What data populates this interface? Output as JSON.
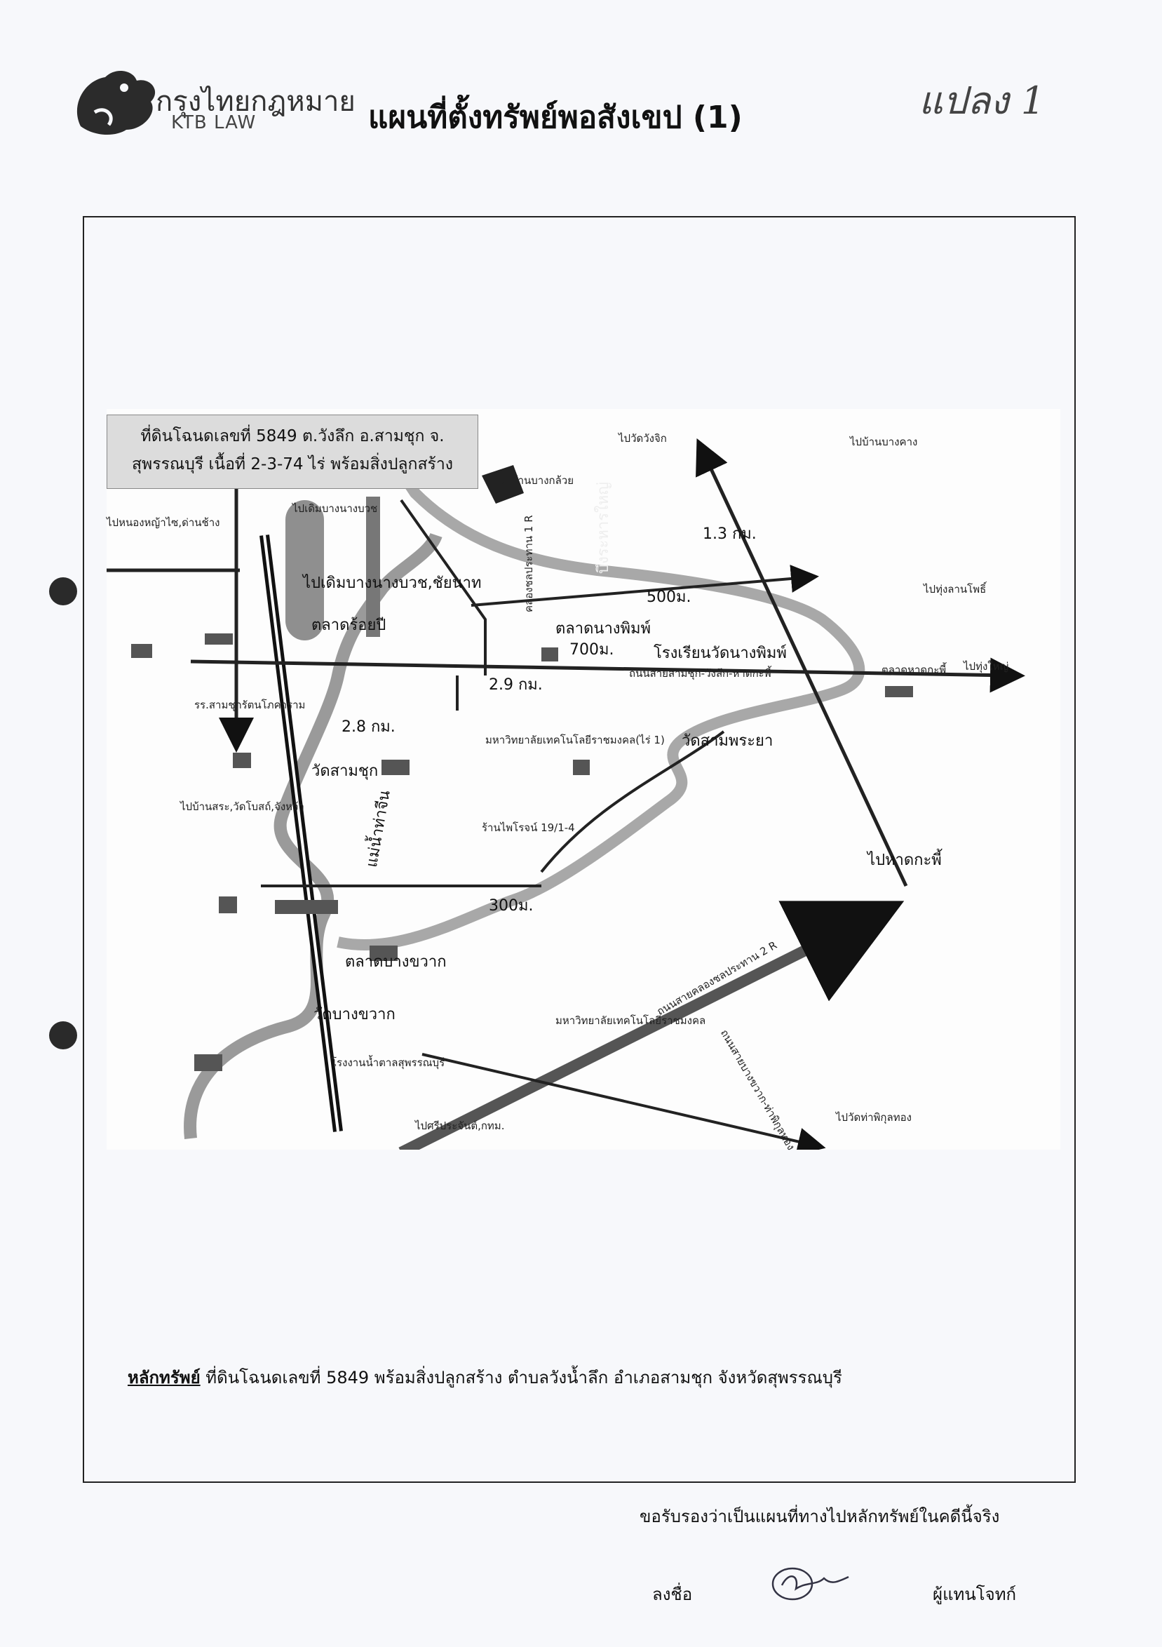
{
  "header": {
    "logo_th": "กรุงไทยกฎหมาย",
    "logo_en": "KTB LAW",
    "title": "แผนที่ตั้งทรัพย์พอสังเขป (1)",
    "handwritten_note": "แปลง 1"
  },
  "map": {
    "info_box": {
      "line1": "ที่ดินโฉนดเลขที่ 5849 ต.วังลึก อ.สามชุก จ.",
      "line2": "สุพรรณบุรี เนื้อที่ 2-3-74 ไร่ พร้อมสิ่งปลูกสร้าง"
    },
    "labels": {
      "to_wat_wang_chik": "ไปวัดวังจิก",
      "to_ban_bang_kham": "ไปบ้านบางคาง",
      "to_ban_nong": "ไปบ้านบางกล้วย",
      "dist_13": "1.3 กม.",
      "dist_500": "500ม.",
      "dist_700": "700ม.",
      "dist_29": "2.9 กม.",
      "dist_28": "2.8 กม.",
      "dist_300": "300ม.",
      "to_nong_ya": "ไปหนองหญ้าไซ,ด่านช้าง",
      "to_dan_chang": "ไปเดิมบางนางบวช",
      "to_doem_bang": "ไปเดิมบางนางบวช,ชัยนาท",
      "market_roi_pi": "ตลาดร้อยปี",
      "school_samchuk": "รร.สามชุกรัตนโภคาราม",
      "wat_samchuk": "วัดสามชุก",
      "to_ban_sra": "ไปบ้านสระ,วัดโบสถ์,จังหว้า",
      "mae_nam_tha_chin": "แม่น้ำท่าจีน",
      "canal_1r": "คลองชลประทาน 1 R",
      "bueng_chawak": "บึงระหารใหญ่",
      "nang_phim": "ตลาดนางพิมพ์",
      "school_nang_phim": "โรงเรียนวัดนางพิมพ์",
      "road_samchuk": "ถนนสายสามชุก-วังลึก-หาดกะพี้",
      "tech_uni_1": "มหาวิทยาลัยเทคโนโลยีราชมงคล(ไร่ 1)",
      "wat_sam_phraya": "วัดสามพระยา",
      "market_hat_kaphi": "ตลาดหาดกะพี้",
      "to_thung_yai": "ไปทุ่งใหญ่",
      "to_thung_lan_pho": "ไปทุ่งลานโพธิ์",
      "to_ban_bang_khang": "ไปบ้านบางคาง",
      "to_hat_kaphi": "ไปหาดกะพี้",
      "irrigation_2r": "ถนนสายคลองชลประทาน 2 R",
      "shop_19": "ร้านไพโรจน์ 19/1-4",
      "market_bang_khwak": "ตลาดบางขวาก",
      "wat_bang_khwak": "วัดบางขวาก",
      "sugar_factory": "โรงงานน้ำตาลสุพรรณบุรี",
      "to_sriprachan": "ไปศรีประจันต์,กทม.",
      "to_wat_tha_phikun": "ไปวัดท่าพิกุลทอง",
      "tech_uni_2": "มหาวิทยาลัยเทคโนโลยีราชมงคล",
      "road_bang_khwak": "ถนนสายบางขวาก-ท่าพิกุลทอง"
    }
  },
  "caption": {
    "key": "หลักทรัพย์",
    "text": " ที่ดินโฉนดเลขที่ 5849 พร้อมสิ่งปลูกสร้าง  ตำบลวังน้ำลึก อำเภอสามชุก จังหวัดสุพรรณบุรี"
  },
  "footer": {
    "certify": "ขอรับรองว่าเป็นแผนที่ทางไปหลักทรัพย์ในคดีนี้จริง",
    "sign_label": "ลงชื่อ",
    "role": "ผู้แทนโจทก์"
  }
}
